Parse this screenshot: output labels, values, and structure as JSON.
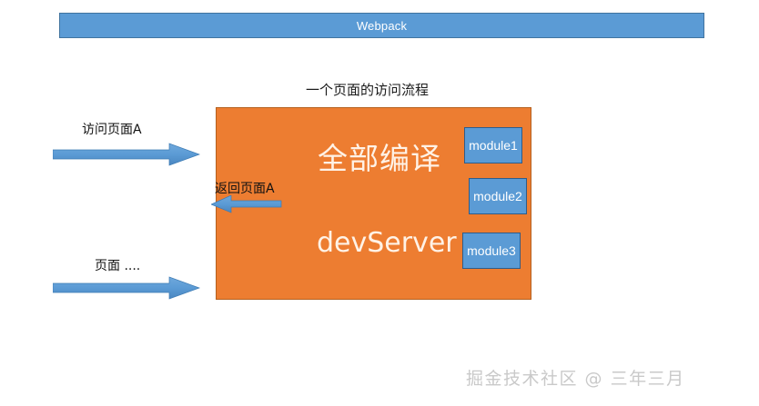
{
  "header": {
    "title": "Webpack",
    "bar_color": "#5B9BD5",
    "text_color": "#FFFFFF"
  },
  "diagram": {
    "flow_title": "一个页面的访问流程",
    "server_box": {
      "fill_color": "#ED7D31",
      "border_color": "#B4601F",
      "labels": {
        "compile_all": "全部编译",
        "dev_server": "devServer"
      },
      "label_color": "#FFF2E6"
    },
    "modules": [
      {
        "label": "module1"
      },
      {
        "label": "module2"
      },
      {
        "label": "module3"
      }
    ],
    "module_fill_color": "#5B9BD5",
    "module_border_color": "#2E5C8A",
    "arrows": [
      {
        "name": "visit-page-a",
        "label": "访问页面A",
        "direction": "right",
        "color": "#5B9BD5"
      },
      {
        "name": "return-page-a",
        "label": "返回页面A",
        "direction": "left",
        "color": "#5B9BD5"
      },
      {
        "name": "page-more",
        "label": "页面 ....",
        "direction": "right",
        "color": "#5B9BD5"
      }
    ]
  },
  "watermark": {
    "text": "掘金技术社区 @ 三年三月"
  }
}
